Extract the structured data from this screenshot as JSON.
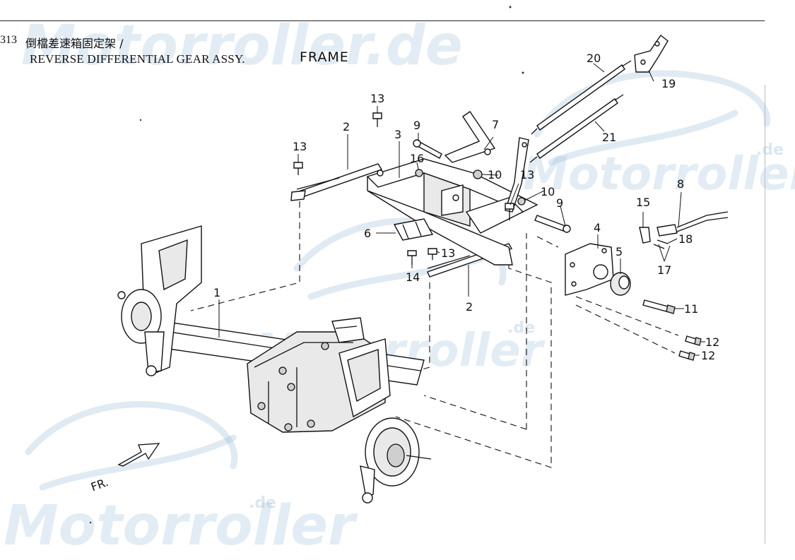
{
  "header": {
    "page_code": "313",
    "title_cn": "倒檔差速箱固定架 /",
    "title_en": "REVERSE DIFFERENTIAL GEAR ASSY.",
    "title_frame": "FRAME"
  },
  "watermark": {
    "brand": "Motorroller",
    "brand_full": "Motorroller.de",
    "suffix": ".de"
  },
  "direction_marker": "FR.",
  "callouts": {
    "c1": "1",
    "c2a": "2",
    "c2b": "2",
    "c3": "3",
    "c4": "4",
    "c5": "5",
    "c6": "6",
    "c7": "7",
    "c8": "8",
    "c9a": "9",
    "c9b": "9",
    "c10a": "10",
    "c10b": "10",
    "c11": "11",
    "c12a": "12",
    "c12b": "12",
    "c13a": "13",
    "c13b": "13",
    "c13c": "13",
    "c13d": "13",
    "c14": "14",
    "c15": "15",
    "c16": "16",
    "c17": "17",
    "c18": "18",
    "c19": "19",
    "c20": "20",
    "c21": "21"
  }
}
